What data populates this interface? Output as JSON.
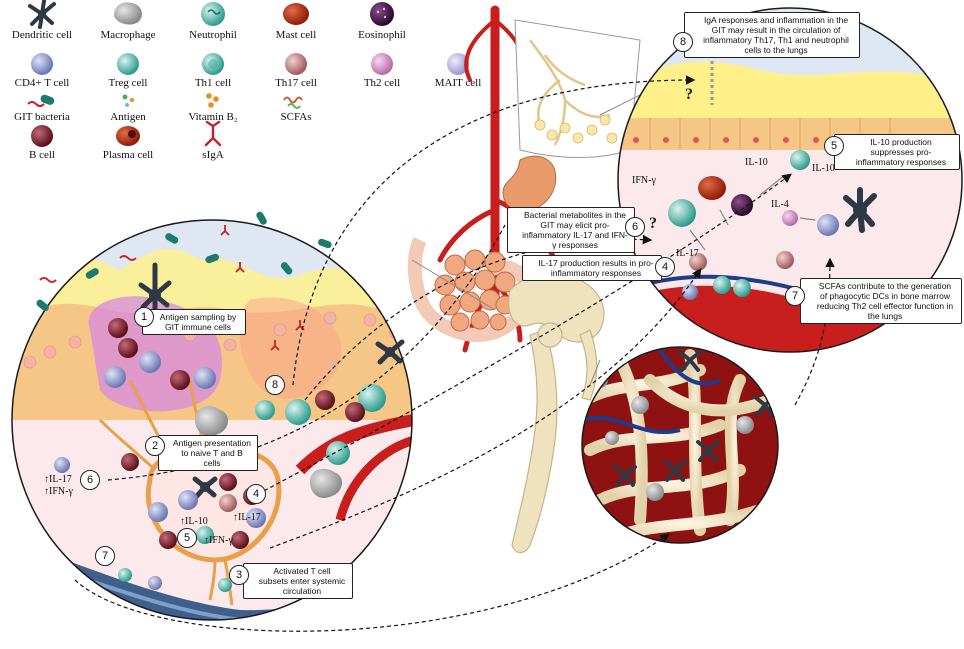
{
  "legend": [
    {
      "label": "Dendritic cell",
      "icon": "dendritic-cell-icon",
      "color": "#3a4450"
    },
    {
      "label": "Macrophage",
      "icon": "macrophage-icon",
      "color": "#9a9a9a"
    },
    {
      "label": "Neutrophil",
      "icon": "neutrophil-icon",
      "color": "#4cb3a6"
    },
    {
      "label": "Mast cell",
      "icon": "mast-cell-icon",
      "color": "#b8331a"
    },
    {
      "label": "Eosinophil",
      "icon": "eosinophil-icon",
      "color": "#4a1f4a"
    },
    {
      "label": "CD4+ T cell",
      "icon": "cd4-t-cell-icon",
      "color": "#7e86c0"
    },
    {
      "label": "Treg cell",
      "icon": "treg-cell-icon",
      "color": "#5bbfb2"
    },
    {
      "label": "Th1 cell",
      "icon": "th1-cell-icon",
      "color": "#3da79a"
    },
    {
      "label": "Th17 cell",
      "icon": "th17-cell-icon",
      "color": "#b87070"
    },
    {
      "label": "Th2 cell",
      "icon": "th2-cell-icon",
      "color": "#c27ab5"
    },
    {
      "label": "MAIT cell",
      "icon": "mait-cell-icon",
      "color": "#a7a3d6"
    },
    {
      "label": "GIT bacteria",
      "icon": "git-bacteria-icon",
      "color": "#1e7a6e"
    },
    {
      "label": "Antigen",
      "icon": "antigen-icon",
      "color": "#4caf50"
    },
    {
      "label": "Vitamin B₂",
      "icon": "vitamin-b2-icon",
      "color": "#f08a24"
    },
    {
      "label": "SCFAs",
      "icon": "scfa-icon",
      "color": "#d84a2a"
    },
    {
      "label": "B cell",
      "icon": "b-cell-icon",
      "color": "#6b1420"
    },
    {
      "label": "Plasma cell",
      "icon": "plasma-cell-icon",
      "color": "#7a2a14"
    },
    {
      "label": "sIgA",
      "icon": "siga-icon",
      "color": "#c8202a"
    }
  ],
  "callouts": {
    "c1": {
      "number": "1",
      "text": "Antigen sampling by GIT immune cells"
    },
    "c2": {
      "number": "2",
      "text": "Antigen presentation to naive T and B cells"
    },
    "c3": {
      "number": "3",
      "text": "Activated T cell subsets enter systemic circulation"
    },
    "c4": {
      "number": "4",
      "text": "IL-17 production results in pro-inflammatory responses"
    },
    "c5": {
      "number": "5",
      "text": "IL-10 production suppresses pro-inflammatory responses"
    },
    "c6": {
      "number": "6",
      "text": "Bacterial metabolites in the GIT may elicit pro-inflammatory IL-17 and IFN-γ responses"
    },
    "c7": {
      "number": "7",
      "text": "SCFAs contribute to the generation of phagocytic DCs in bone marrow reducing Th2 cell effector function in the lungs"
    },
    "c8": {
      "number": "8",
      "text": "IgA responses and inflammation in the GIT may result in the circulation of inflammatory Th17, Th1 and neutrophil cells to the lungs"
    }
  },
  "gut_labels": {
    "il17_up": "↑IL-17",
    "ifn_up": "↑IFN-γ",
    "il10_ln": "↑IL-10",
    "il17_ln": "↑IL-17",
    "ifn_ln": "↑IFN-γ",
    "n4": "4",
    "n5": "5",
    "n6": "6",
    "n7": "7",
    "n8": "8"
  },
  "lung_labels": {
    "ifn": "IFN-γ",
    "il10_a": "IL-10",
    "il10_b": "IL-10",
    "il4": "IL-4",
    "il17": "IL-17",
    "q1": "?",
    "q2": "?"
  }
}
